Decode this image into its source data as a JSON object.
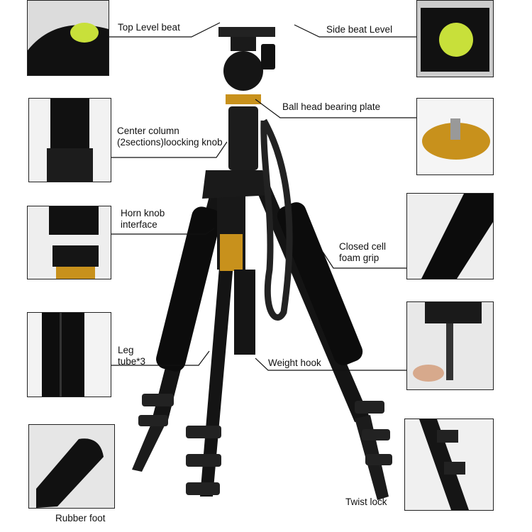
{
  "callouts": {
    "top_level": "Top Level beat",
    "side_level": "Side beat Level",
    "ball_plate": "Ball head bearing plate",
    "center_column_1": "Center column",
    "center_column_2": "(2sections)loocking knob",
    "horn_knob_1": "Horn knob",
    "horn_knob_2": "interface",
    "foam_grip_1": "Closed cell",
    "foam_grip_2": "foam grip",
    "leg_tube_1": "Leg",
    "leg_tube_2": "tube*3",
    "weight_hook": "Weight hook",
    "rubber_foot": "Rubber foot",
    "twist_lock": "Twist lock"
  },
  "colors": {
    "gold": "#c8911c",
    "black": "#111111",
    "level_green": "#c8e03a"
  }
}
